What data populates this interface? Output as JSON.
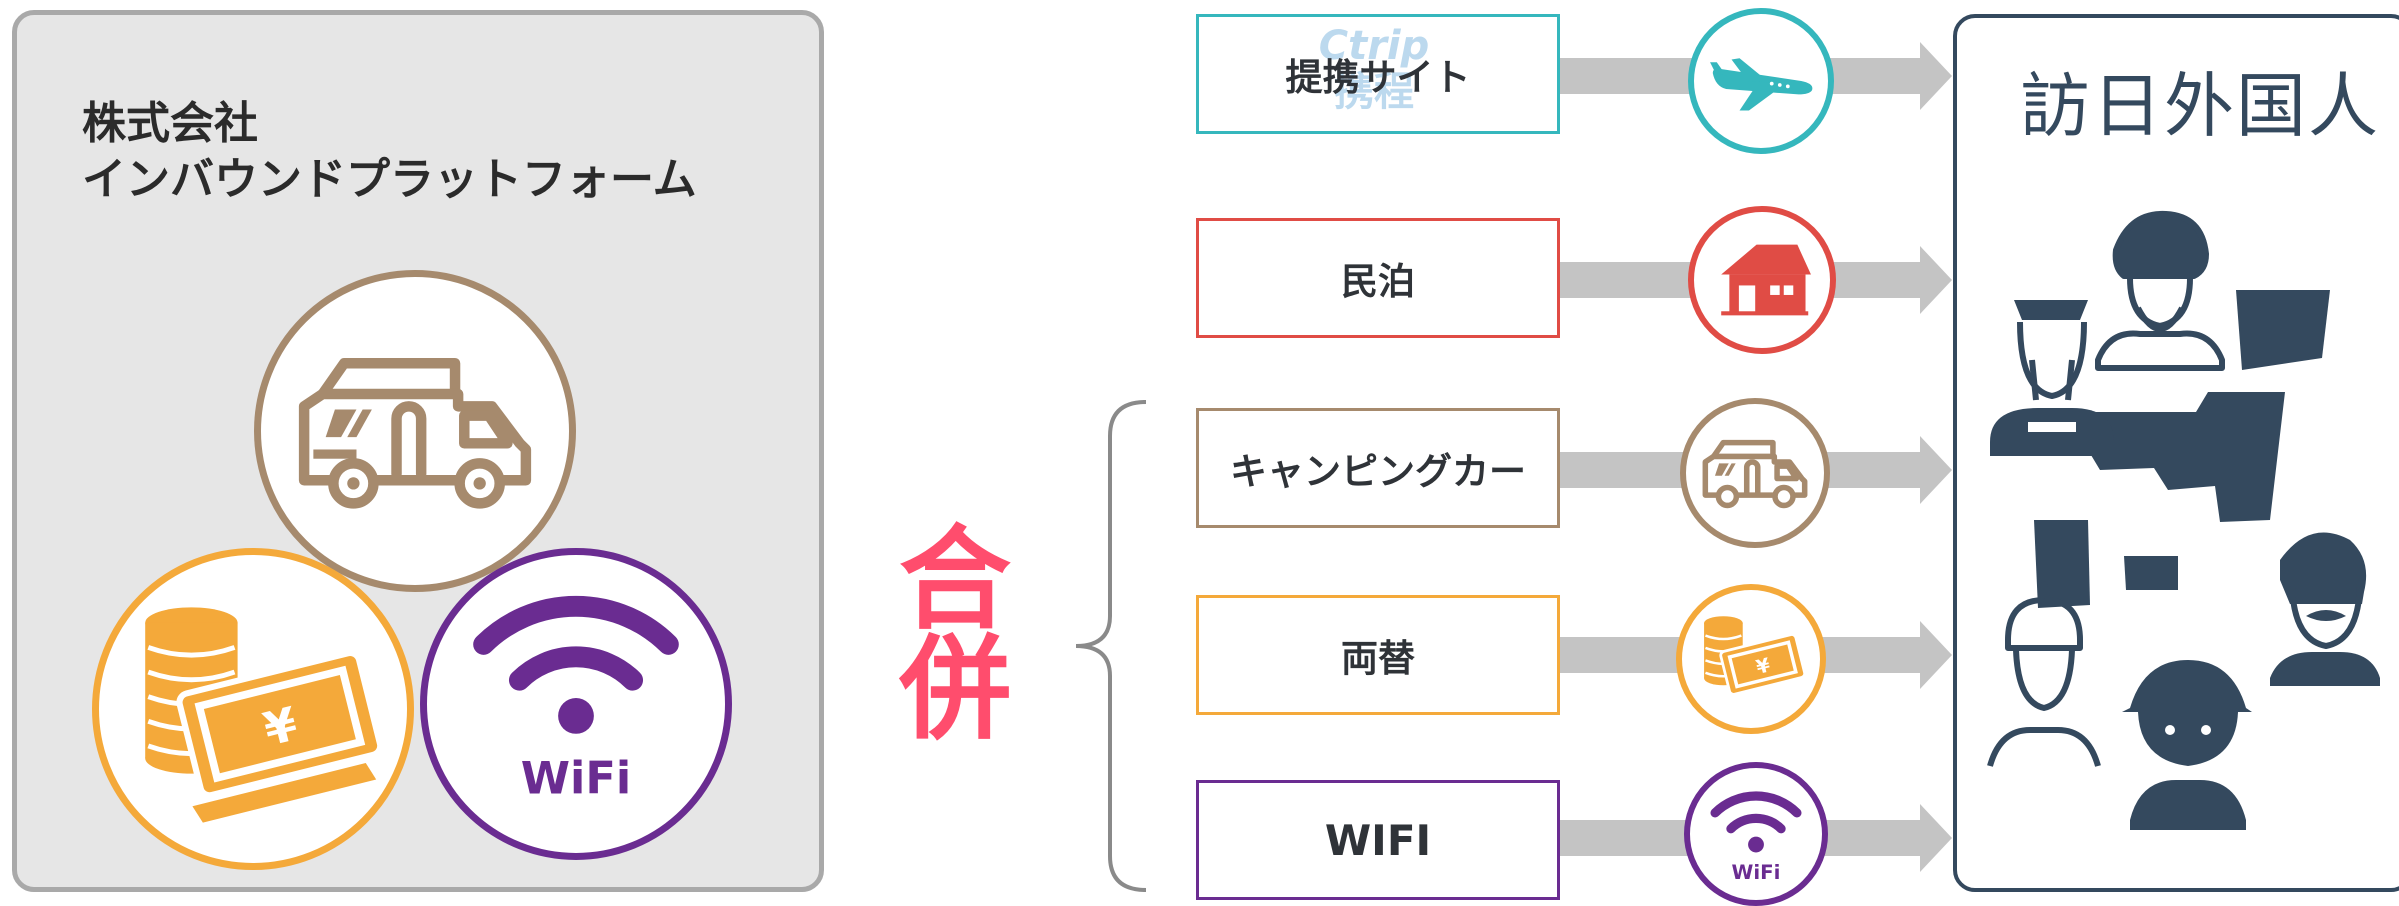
{
  "company": {
    "line1": "株式会社",
    "line2": "インバウンドプラットフォーム",
    "big_icons": [
      "camper-van-icon",
      "money-icon",
      "wifi-icon"
    ],
    "wifi_text": "WiFi"
  },
  "merge": {
    "char1": "合",
    "char2": "併"
  },
  "services": [
    {
      "label": "提携サイト",
      "icon": "airplane-icon",
      "color": "#35b7bd",
      "watermark_top": "Ctrip",
      "watermark_bottom": "携程"
    },
    {
      "label": "民泊",
      "icon": "house-icon",
      "color": "#e04c45"
    },
    {
      "label": "キャンピングカー",
      "icon": "camper-van-icon",
      "color": "#a68a6d"
    },
    {
      "label": "両替",
      "icon": "money-icon",
      "color": "#f4a93a"
    },
    {
      "label": "WIFI",
      "icon": "wifi-icon",
      "color": "#6a2c91",
      "icon_text": "WiFi"
    }
  ],
  "target": {
    "title": "訪日外国人",
    "icons": [
      "japan-map-icon",
      "foreign-visitors-icon"
    ]
  },
  "colors": {
    "panel_bg": "#e6e6e6",
    "panel_border": "#a9a9a9",
    "accent_pink": "#ff4d6d",
    "dark": "#34495e",
    "arrow": "#c4c4c4"
  }
}
